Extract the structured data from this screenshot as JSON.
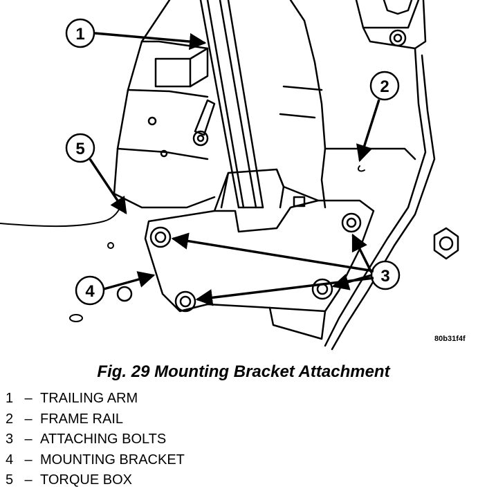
{
  "figure": {
    "reference_code": "80b31f4f",
    "caption": "Fig. 29 Mounting Bracket Attachment",
    "callouts": [
      "1",
      "2",
      "3",
      "4",
      "5"
    ]
  },
  "legend": [
    {
      "number": "1",
      "separator": "–",
      "label": "TRAILING ARM"
    },
    {
      "number": "2",
      "separator": "–",
      "label": "FRAME RAIL"
    },
    {
      "number": "3",
      "separator": "–",
      "label": "ATTACHING BOLTS"
    },
    {
      "number": "4",
      "separator": "–",
      "label": "MOUNTING BRACKET"
    },
    {
      "number": "5",
      "separator": "–",
      "label": "TORQUE BOX"
    }
  ]
}
